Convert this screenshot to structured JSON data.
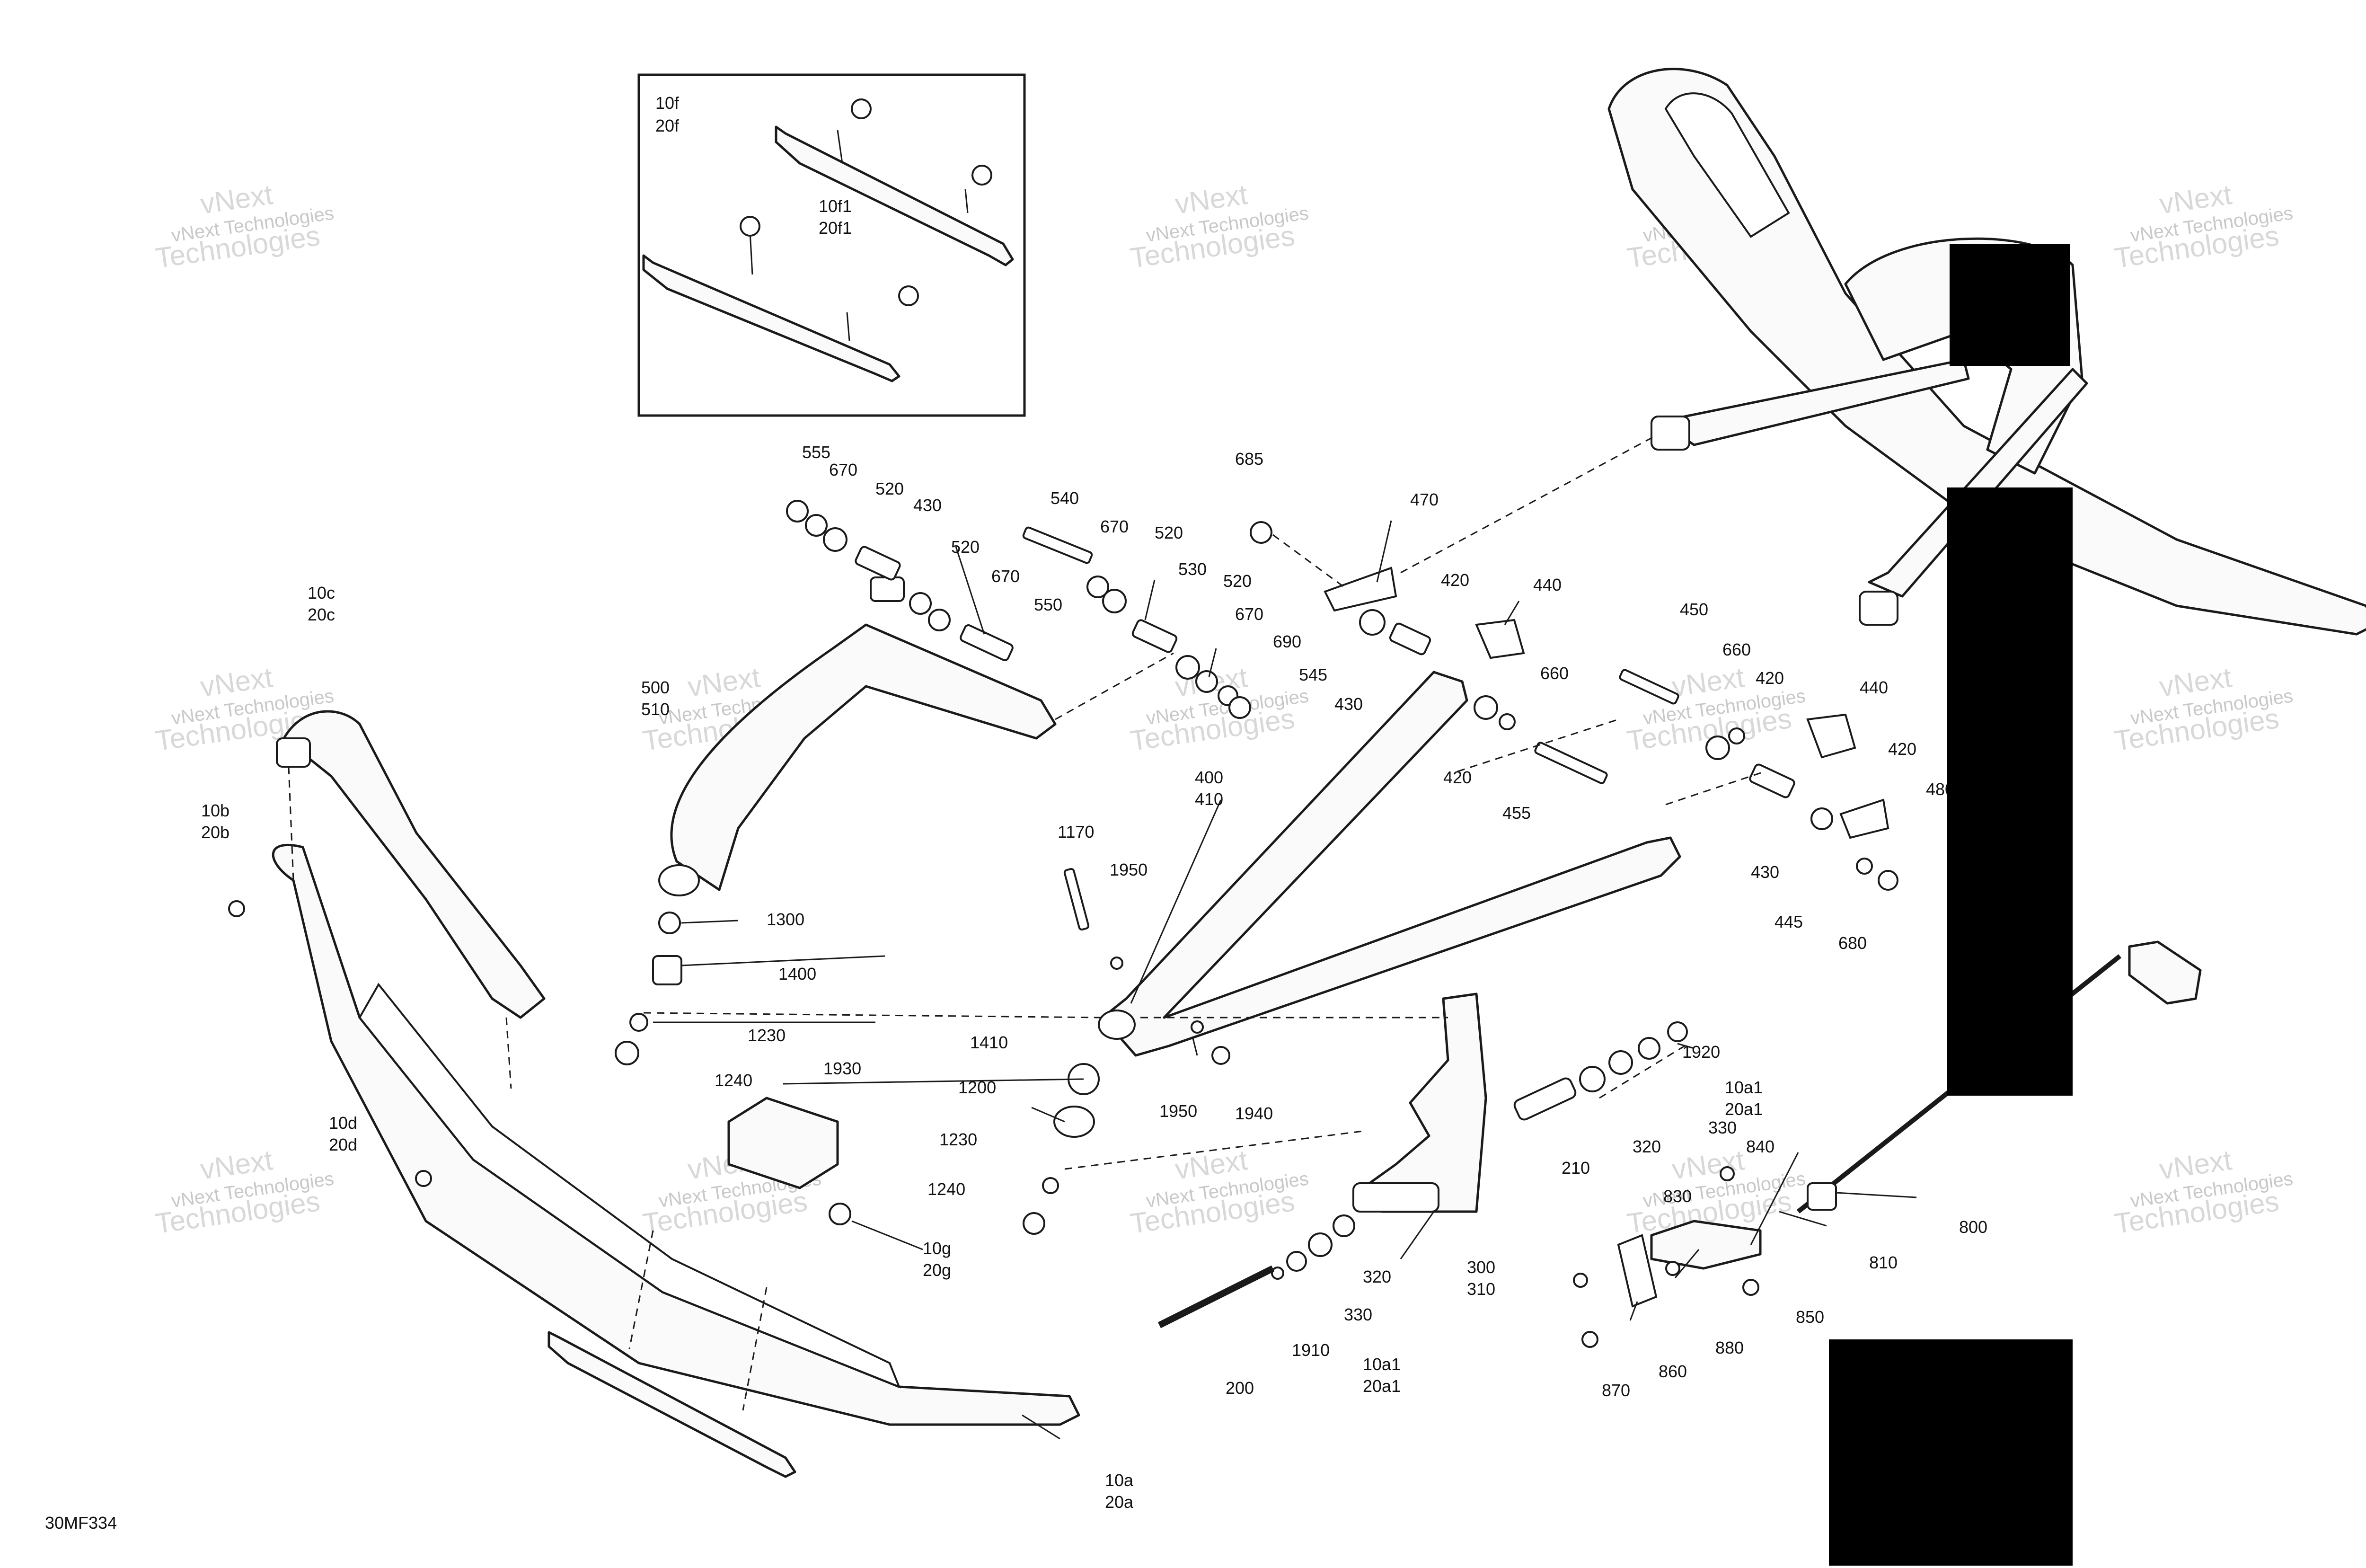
{
  "diagram": {
    "figure_id": "30MF334",
    "inset_labels": [
      "10f",
      "20f"
    ],
    "callouts": [
      {
        "id": "c_inset_10f1",
        "lines": [
          "10f1",
          "20f1"
        ]
      },
      {
        "id": "c555",
        "lines": [
          "555"
        ]
      },
      {
        "id": "c670a",
        "lines": [
          "670"
        ]
      },
      {
        "id": "c520a",
        "lines": [
          "520"
        ]
      },
      {
        "id": "c430a",
        "lines": [
          "430"
        ]
      },
      {
        "id": "c520b",
        "lines": [
          "520"
        ]
      },
      {
        "id": "c670b",
        "lines": [
          "670"
        ]
      },
      {
        "id": "c550",
        "lines": [
          "550"
        ]
      },
      {
        "id": "c540",
        "lines": [
          "540"
        ]
      },
      {
        "id": "c670c",
        "lines": [
          "670"
        ]
      },
      {
        "id": "c520c",
        "lines": [
          "520"
        ]
      },
      {
        "id": "c530",
        "lines": [
          "530"
        ]
      },
      {
        "id": "c520d",
        "lines": [
          "520"
        ]
      },
      {
        "id": "c670d",
        "lines": [
          "670"
        ]
      },
      {
        "id": "c690",
        "lines": [
          "690"
        ]
      },
      {
        "id": "c545",
        "lines": [
          "545"
        ]
      },
      {
        "id": "c685",
        "lines": [
          "685"
        ]
      },
      {
        "id": "c470",
        "lines": [
          "470"
        ]
      },
      {
        "id": "c420a",
        "lines": [
          "420"
        ]
      },
      {
        "id": "c440a",
        "lines": [
          "440"
        ]
      },
      {
        "id": "c430b",
        "lines": [
          "430"
        ]
      },
      {
        "id": "c660a",
        "lines": [
          "660"
        ]
      },
      {
        "id": "c420b",
        "lines": [
          "420"
        ]
      },
      {
        "id": "c455",
        "lines": [
          "455"
        ]
      },
      {
        "id": "c450",
        "lines": [
          "450"
        ]
      },
      {
        "id": "c660b",
        "lines": [
          "660"
        ]
      },
      {
        "id": "c420c",
        "lines": [
          "420"
        ]
      },
      {
        "id": "c440b",
        "lines": [
          "440"
        ]
      },
      {
        "id": "c420d",
        "lines": [
          "420"
        ]
      },
      {
        "id": "c480",
        "lines": [
          "480"
        ]
      },
      {
        "id": "c430c",
        "lines": [
          "430"
        ]
      },
      {
        "id": "c445",
        "lines": [
          "445"
        ]
      },
      {
        "id": "c680",
        "lines": [
          "680"
        ]
      },
      {
        "id": "c10c",
        "lines": [
          "10c",
          "20c"
        ]
      },
      {
        "id": "c10b",
        "lines": [
          "10b",
          "20b"
        ]
      },
      {
        "id": "c10d",
        "lines": [
          "10d",
          "20d"
        ]
      },
      {
        "id": "c500",
        "lines": [
          "500",
          "510"
        ]
      },
      {
        "id": "c400",
        "lines": [
          "400",
          "410"
        ]
      },
      {
        "id": "c1170",
        "lines": [
          "1170"
        ]
      },
      {
        "id": "c1950a",
        "lines": [
          "1950"
        ]
      },
      {
        "id": "c1300",
        "lines": [
          "1300"
        ]
      },
      {
        "id": "c1400",
        "lines": [
          "1400"
        ]
      },
      {
        "id": "c1230a",
        "lines": [
          "1230"
        ]
      },
      {
        "id": "c1240a",
        "lines": [
          "1240"
        ]
      },
      {
        "id": "c1930",
        "lines": [
          "1930"
        ]
      },
      {
        "id": "c1410",
        "lines": [
          "1410"
        ]
      },
      {
        "id": "c1200",
        "lines": [
          "1200"
        ]
      },
      {
        "id": "c1230b",
        "lines": [
          "1230"
        ]
      },
      {
        "id": "c1240b",
        "lines": [
          "1240"
        ]
      },
      {
        "id": "c1950b",
        "lines": [
          "1950"
        ]
      },
      {
        "id": "c1940",
        "lines": [
          "1940"
        ]
      },
      {
        "id": "c10g",
        "lines": [
          "10g",
          "20g"
        ]
      },
      {
        "id": "c1920",
        "lines": [
          "1920"
        ]
      },
      {
        "id": "c10a1a",
        "lines": [
          "10a1",
          "20a1"
        ]
      },
      {
        "id": "c330a",
        "lines": [
          "330"
        ]
      },
      {
        "id": "c320a",
        "lines": [
          "320"
        ]
      },
      {
        "id": "c210",
        "lines": [
          "210"
        ]
      },
      {
        "id": "c300",
        "lines": [
          "300",
          "310"
        ]
      },
      {
        "id": "c320b",
        "lines": [
          "320"
        ]
      },
      {
        "id": "c330b",
        "lines": [
          "330"
        ]
      },
      {
        "id": "c1910",
        "lines": [
          "1910"
        ]
      },
      {
        "id": "c10a1b",
        "lines": [
          "10a1",
          "20a1"
        ]
      },
      {
        "id": "c200",
        "lines": [
          "200"
        ]
      },
      {
        "id": "c840",
        "lines": [
          "840"
        ]
      },
      {
        "id": "c830",
        "lines": [
          "830"
        ]
      },
      {
        "id": "c800",
        "lines": [
          "800"
        ]
      },
      {
        "id": "c810",
        "lines": [
          "810"
        ]
      },
      {
        "id": "c850",
        "lines": [
          "850"
        ]
      },
      {
        "id": "c880",
        "lines": [
          "880"
        ]
      },
      {
        "id": "c860",
        "lines": [
          "860"
        ]
      },
      {
        "id": "c870",
        "lines": [
          "870"
        ]
      },
      {
        "id": "c10a",
        "lines": [
          "10a",
          "20a"
        ]
      }
    ],
    "watermark": {
      "line1": "vNext Technologies",
      "line2": "vNext",
      "line3": "Technologies"
    }
  }
}
